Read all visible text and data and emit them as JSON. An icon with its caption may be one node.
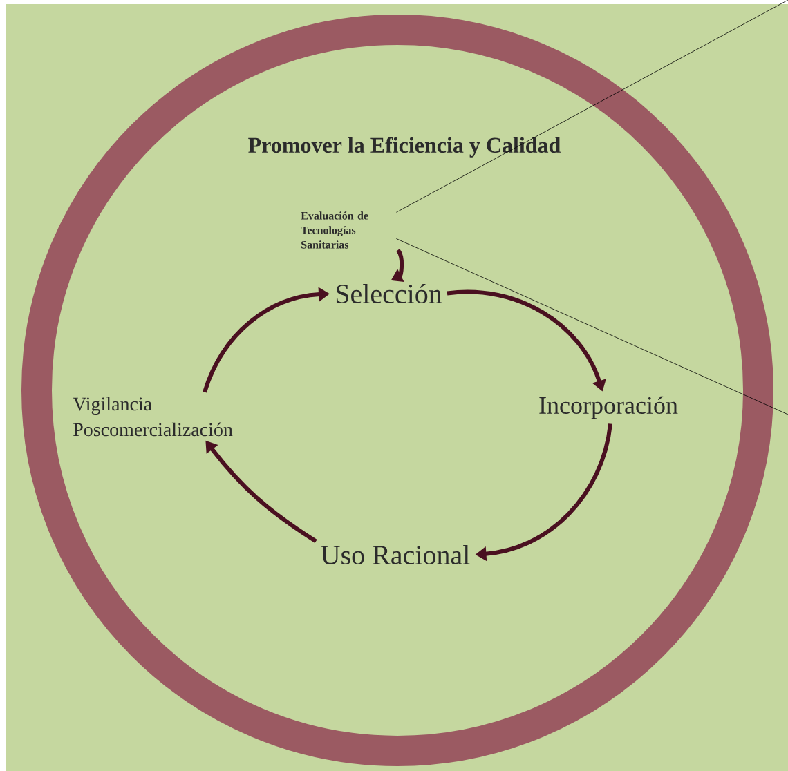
{
  "diagram": {
    "title": "Promover la Eficiencia y Calidad",
    "nodes": [
      {
        "text": [
          "Evaluación de Tecnologías Sanitarias"
        ]
      },
      {
        "text": [
          "Selección"
        ]
      },
      {
        "text": [
          "Incorporación"
        ]
      },
      {
        "text": [
          "Uso Racional"
        ]
      },
      {
        "text": [
          "Vigilancia Poscomercialización"
        ]
      }
    ],
    "edges": [
      {
        "from": 0,
        "to": 1,
        "arrow": "to"
      },
      {
        "from": 1,
        "to": 2,
        "arrow": "to"
      },
      {
        "from": 2,
        "to": 3,
        "arrow": "to"
      },
      {
        "from": 3,
        "to": 4,
        "arrow": "to"
      },
      {
        "from": 4,
        "to": 1,
        "arrow": "to"
      },
      {
        "from": 0,
        "to": null,
        "arrow": "none"
      },
      {
        "from": 0,
        "to": null,
        "arrow": "none"
      }
    ]
  }
}
